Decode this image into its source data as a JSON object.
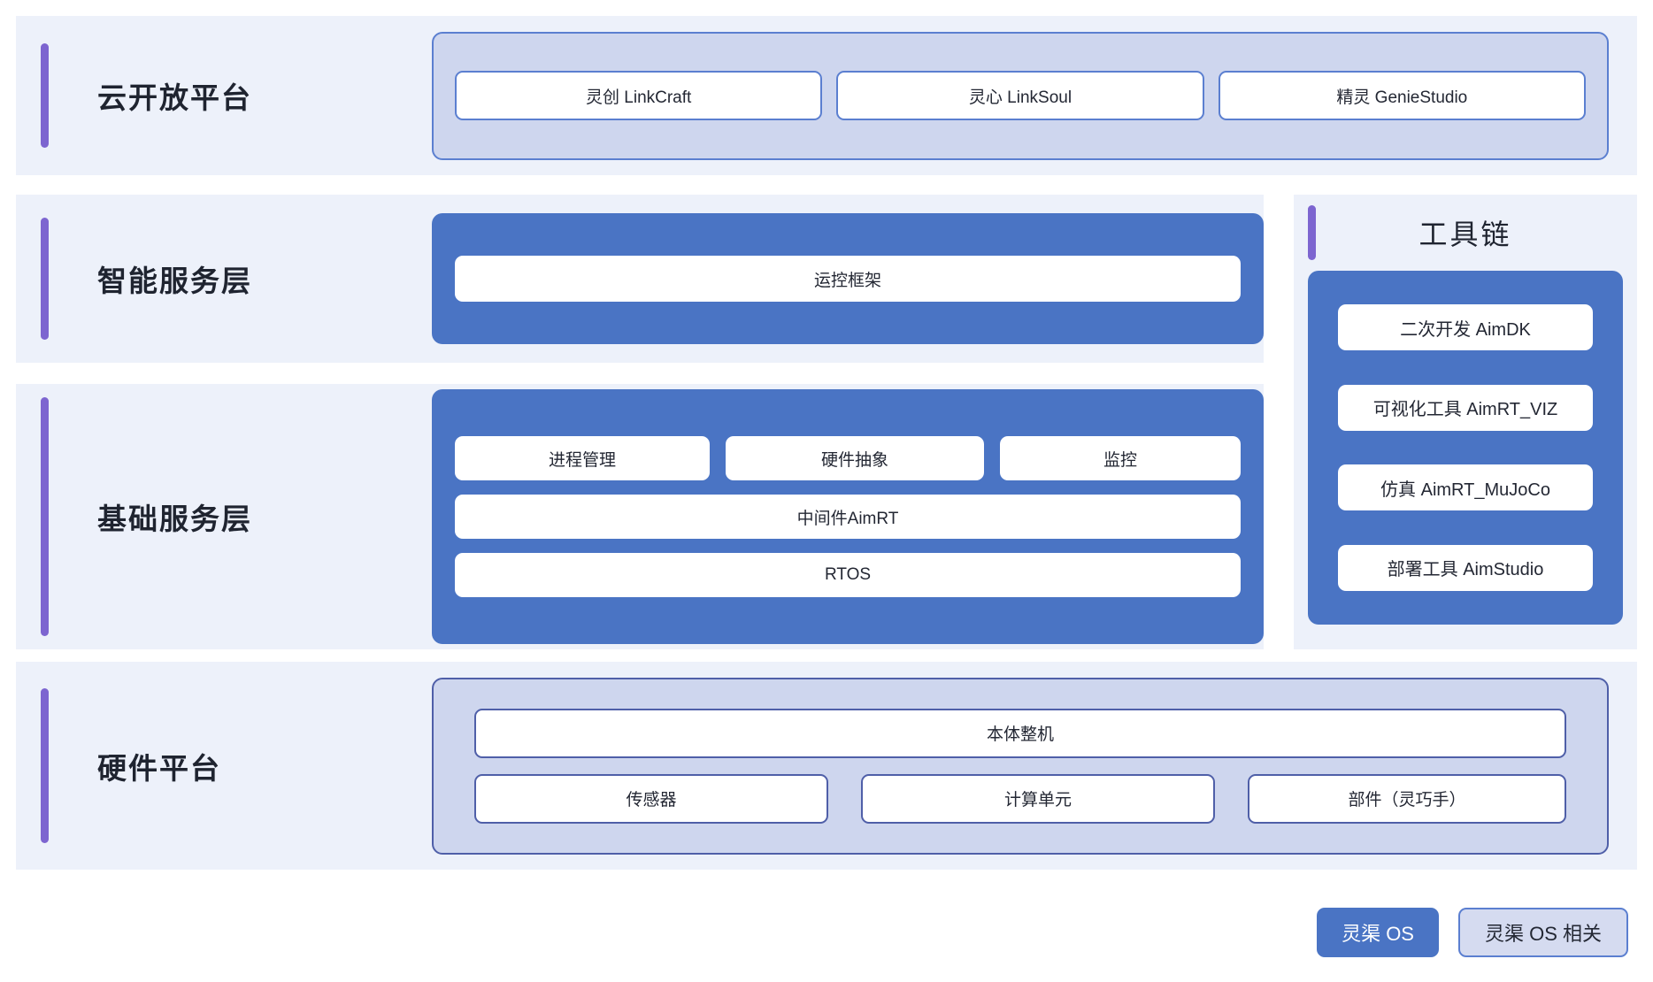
{
  "colors": {
    "row_background": "#edf1fa",
    "accent_purple": "#7d65d0",
    "core_blue": "#4a74c4",
    "related_lavender": "#ced6ee",
    "border_blue": "#5b7fd0",
    "border_dark_blue": "#4f5fa8",
    "text_dark": "#1f2430"
  },
  "layers": {
    "cloud": {
      "label": "云开放平台",
      "items": [
        "灵创 LinkCraft",
        "灵心 LinkSoul",
        "精灵 GenieStudio"
      ]
    },
    "intelligent": {
      "label": "智能服务层",
      "items": [
        "运控框架"
      ]
    },
    "basic": {
      "label": "基础服务层",
      "top_items": [
        "进程管理",
        "硬件抽象",
        "监控"
      ],
      "middleware": "中间件AimRT",
      "rtos": "RTOS"
    },
    "hardware": {
      "label": "硬件平台",
      "main": "本体整机",
      "components": [
        "传感器",
        "计算单元",
        "部件（灵巧手）"
      ]
    }
  },
  "toolchain": {
    "title": "工具链",
    "items": [
      "二次开发 AimDK",
      "可视化工具 AimRT_VIZ",
      "仿真 AimRT_MuJoCo",
      "部署工具 AimStudio"
    ]
  },
  "legend": {
    "core": "灵渠 OS",
    "related": "灵渠 OS 相关"
  }
}
